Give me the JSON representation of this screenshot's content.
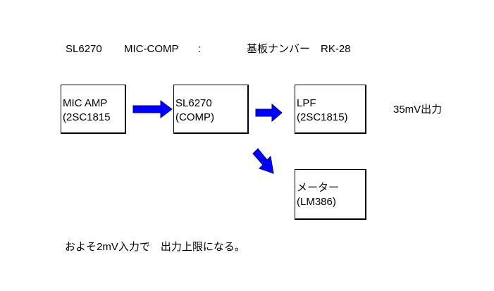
{
  "header": {
    "chip": "SL6270",
    "module": "MIC-COMP",
    "separator": ":",
    "board_number": "基板ナンバー　RK-28"
  },
  "blocks": [
    {
      "line1": "MIC AMP",
      "line2": "(2SC1815"
    },
    {
      "line1": "SL6270",
      "line2": "(COMP)"
    },
    {
      "line1": "LPF",
      "line2": "(2SC1815)"
    },
    {
      "line1": "メーター",
      "line2": "(LM386)"
    }
  ],
  "output_label": "35mV出力",
  "note": "およそ2mV入力で　出力上限になる。",
  "colors": {
    "arrow_fill": "#0000ff",
    "arrow_stroke": "#000080"
  }
}
